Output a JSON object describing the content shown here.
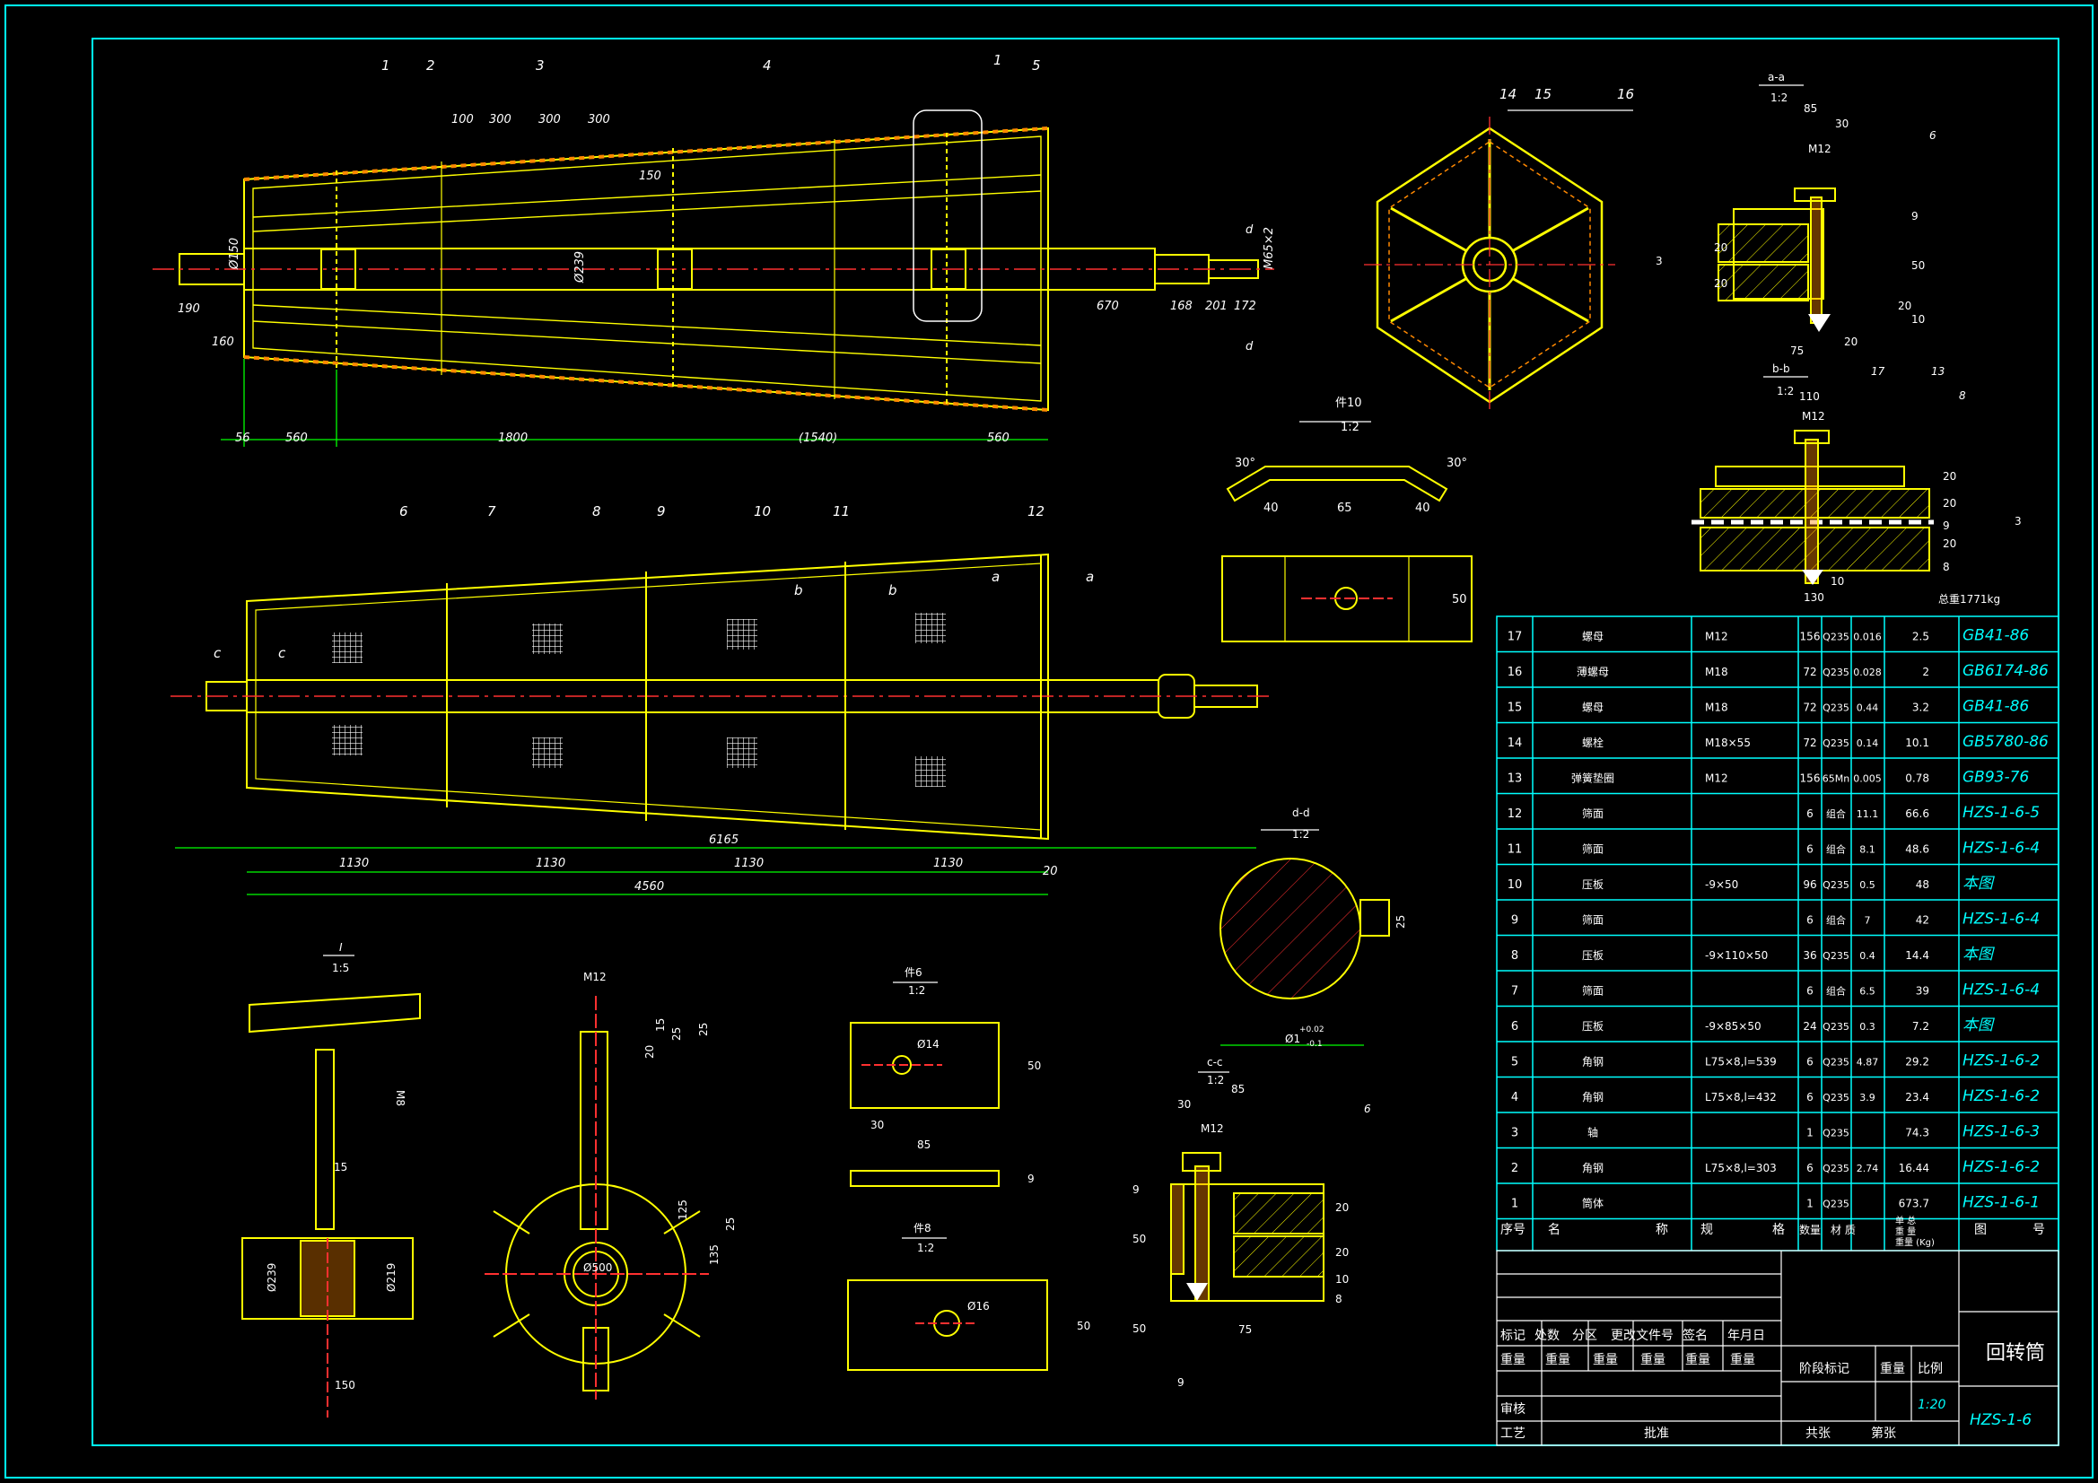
{
  "colors": {
    "background": "#000000",
    "frame": "#00ffff",
    "part": "#ffff00",
    "dim": "#00ff00",
    "center": "#ff3030",
    "text": "#ffffff",
    "hatch": "#ff8800"
  },
  "main_view": {
    "balloons": [
      "1",
      "2",
      "3",
      "4",
      "1",
      "5"
    ],
    "dims_top": [
      "100",
      "300",
      "300",
      "300",
      "150"
    ],
    "dims_left": [
      "190",
      "160",
      "Ø150"
    ],
    "dims_right": [
      "670",
      "168",
      "201",
      "172"
    ],
    "dims_d": [
      "d",
      "d",
      "M65×2"
    ],
    "center_dim": "Ø239",
    "dims_bottom": [
      "56",
      "560",
      "1800",
      "(1540)",
      "560"
    ]
  },
  "plan_view": {
    "balloons": [
      "6",
      "7",
      "8",
      "9",
      "10",
      "11",
      "12"
    ],
    "section_marks": [
      "c",
      "c",
      "b",
      "b",
      "a",
      "a"
    ],
    "dims_sub": [
      "1130",
      "1130",
      "1130",
      "1130",
      "20"
    ],
    "dim_overall": "6165",
    "dim_total": "4560"
  },
  "hex_view": {
    "balloons": [
      "14",
      "15",
      "16"
    ]
  },
  "piece10": {
    "title": "件10",
    "scale": "1:2",
    "dims": [
      "30°",
      "40",
      "65",
      "40",
      "30°",
      "50"
    ]
  },
  "section_aa": {
    "title": "a-a",
    "scale": "1:2",
    "balloon": "6",
    "dims": [
      "85",
      "30",
      "M12",
      "20",
      "20",
      "20",
      "50",
      "10",
      "75",
      "20",
      "9",
      "3"
    ]
  },
  "section_bb": {
    "title": "b-b",
    "scale": "1:2",
    "balloons": [
      "17",
      "13",
      "8"
    ],
    "dims": [
      "110",
      "M12",
      "20",
      "20",
      "20",
      "8",
      "130",
      "10",
      "9",
      "3"
    ],
    "weight": "总重1771kg"
  },
  "section_dd": {
    "title": "d-d",
    "scale": "1:2",
    "dims": [
      "Ø1",
      "+0.02",
      "25",
      "-0.1"
    ]
  },
  "detail_I": {
    "title": "I",
    "scale": "1:5",
    "dims": [
      "M8",
      "15",
      "Ø239",
      "Ø219",
      "150"
    ]
  },
  "detail_hub": {
    "dims": [
      "M12",
      "15",
      "25",
      "20",
      "25",
      "125",
      "Ø500",
      "135",
      "25"
    ]
  },
  "piece6": {
    "title": "件6",
    "scale": "1:2",
    "dims": [
      "Ø14",
      "50",
      "30",
      "85",
      "9"
    ]
  },
  "piece8": {
    "title": "件8",
    "scale": "1:2",
    "dims": [
      "Ø16",
      "50"
    ]
  },
  "section_cc": {
    "title": "c-c",
    "scale": "1:2",
    "balloon": "6",
    "dims": [
      "30",
      "85",
      "M12",
      "9",
      "50",
      "20",
      "20",
      "75",
      "10",
      "8",
      "50",
      "9"
    ]
  },
  "bom": {
    "rows": [
      {
        "no": "17",
        "name": "螺母",
        "spec": "M12",
        "qty": "156",
        "mat": "Q235",
        "unit": "0.016",
        "total": "2.5",
        "code": "GB41-86"
      },
      {
        "no": "16",
        "name": "薄螺母",
        "spec": "M18",
        "qty": "72",
        "mat": "Q235",
        "unit": "0.028",
        "total": "2",
        "code": "GB6174-86"
      },
      {
        "no": "15",
        "name": "螺母",
        "spec": "M18",
        "qty": "72",
        "mat": "Q235",
        "unit": "0.44",
        "total": "3.2",
        "code": "GB41-86"
      },
      {
        "no": "14",
        "name": "螺栓",
        "spec": "M18×55",
        "qty": "72",
        "mat": "Q235",
        "unit": "0.14",
        "total": "10.1",
        "code": "GB5780-86"
      },
      {
        "no": "13",
        "name": "弹簧垫圈",
        "spec": "M12",
        "qty": "156",
        "mat": "65Mn",
        "unit": "0.005",
        "total": "0.78",
        "code": "GB93-76"
      },
      {
        "no": "12",
        "name": "筛面",
        "spec": "",
        "qty": "6",
        "mat": "组合",
        "unit": "11.1",
        "total": "66.6",
        "code": "HZS-1-6-5"
      },
      {
        "no": "11",
        "name": "筛面",
        "spec": "",
        "qty": "6",
        "mat": "组合",
        "unit": "8.1",
        "total": "48.6",
        "code": "HZS-1-6-4"
      },
      {
        "no": "10",
        "name": "压板",
        "spec": "-9×50",
        "qty": "96",
        "mat": "Q235",
        "unit": "0.5",
        "total": "48",
        "code": "本图"
      },
      {
        "no": "9",
        "name": "筛面",
        "spec": "",
        "qty": "6",
        "mat": "组合",
        "unit": "7",
        "total": "42",
        "code": "HZS-1-6-4"
      },
      {
        "no": "8",
        "name": "压板",
        "spec": "-9×110×50",
        "qty": "36",
        "mat": "Q235",
        "unit": "0.4",
        "total": "14.4",
        "code": "本图"
      },
      {
        "no": "7",
        "name": "筛面",
        "spec": "",
        "qty": "6",
        "mat": "组合",
        "unit": "6.5",
        "total": "39",
        "code": "HZS-1-6-4"
      },
      {
        "no": "6",
        "name": "压板",
        "spec": "-9×85×50",
        "qty": "24",
        "mat": "Q235",
        "unit": "0.3",
        "total": "7.2",
        "code": "本图"
      },
      {
        "no": "5",
        "name": "角钢",
        "spec": "L75×8,l=539",
        "qty": "6",
        "mat": "Q235",
        "unit": "4.87",
        "total": "29.2",
        "code": "HZS-1-6-2"
      },
      {
        "no": "4",
        "name": "角钢",
        "spec": "L75×8,l=432",
        "qty": "6",
        "mat": "Q235",
        "unit": "3.9",
        "total": "23.4",
        "code": "HZS-1-6-2"
      },
      {
        "no": "3",
        "name": "轴",
        "spec": "",
        "qty": "1",
        "mat": "Q235",
        "unit": "",
        "total": "74.3",
        "code": "HZS-1-6-3"
      },
      {
        "no": "2",
        "name": "角钢",
        "spec": "L75×8,l=303",
        "qty": "6",
        "mat": "Q235",
        "unit": "2.74",
        "total": "16.44",
        "code": "HZS-1-6-2"
      },
      {
        "no": "1",
        "name": "筒体",
        "spec": "",
        "qty": "1",
        "mat": "Q235",
        "unit": "",
        "total": "673.7",
        "code": "HZS-1-6-1"
      }
    ],
    "header": {
      "no": "序号",
      "name": "名",
      "name2": "称",
      "spec": "规",
      "spec2": "格",
      "qty": "数量",
      "mat": "材 质",
      "w_top": "单 总",
      "w_mid": "重 量",
      "w_bot": "重量 (Kg)",
      "code": "图",
      "code2": "号"
    }
  },
  "title_block": {
    "rev": [
      "标记",
      "处数",
      "分区",
      "更改文件号",
      "签名",
      "年月日"
    ],
    "row2": [
      "重量",
      "重量",
      "重量",
      "重量",
      "重量",
      "重量"
    ],
    "stage": "阶段标记",
    "weight": "重量",
    "scale_label": "比例",
    "scale": "1:20",
    "review": "审核",
    "process": "工艺",
    "approve": "批准",
    "sheets": "共张",
    "sheet": "第张",
    "name": "回转筒",
    "drawing_no": "HZS-1-6"
  }
}
